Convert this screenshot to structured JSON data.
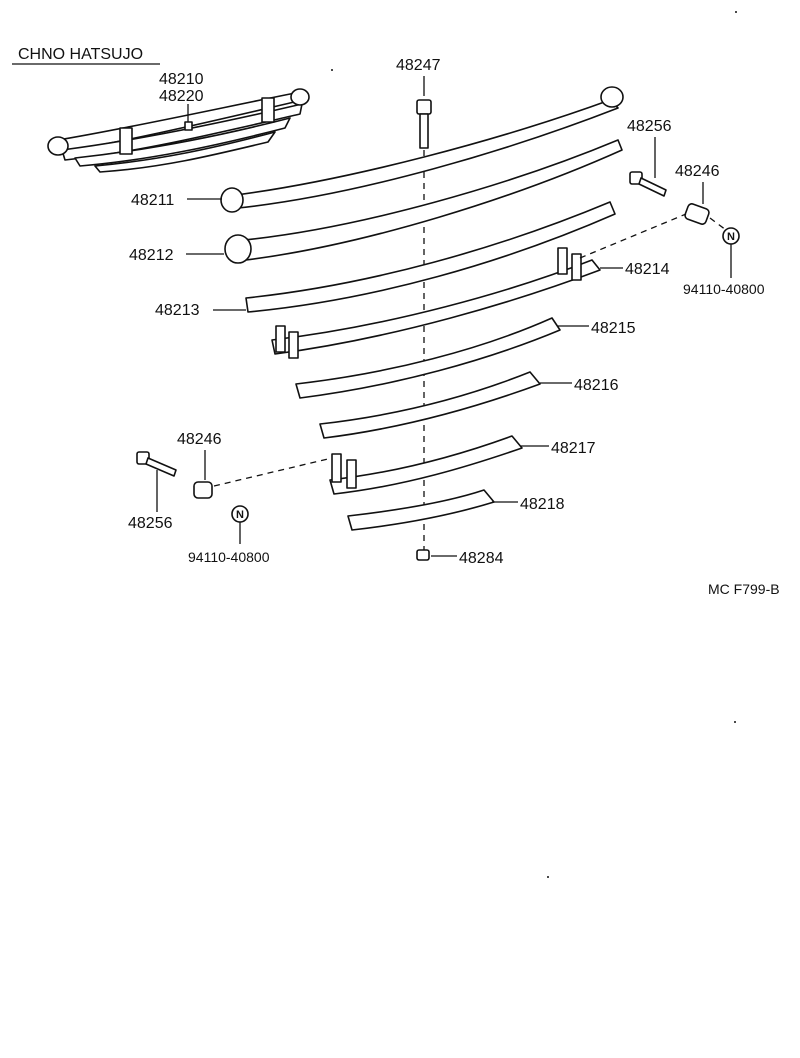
{
  "header": {
    "maker": "CHNO HATSUJO",
    "figure_code": "MC  F799-B"
  },
  "parts": {
    "p48210": "48210",
    "p48220": "48220",
    "p48247": "48247",
    "p48256_top": "48256",
    "p48246_top": "48246",
    "p48211": "48211",
    "p48212": "48212",
    "p48214": "48214",
    "p94110_top": "94110-40800",
    "p48213": "48213",
    "p48215": "48215",
    "p48216": "48216",
    "p48217": "48217",
    "p48246_bot": "48246",
    "p48256_bot": "48256",
    "p48218": "48218",
    "p94110_bot": "94110-40800",
    "p48284": "48284"
  },
  "symbols": {
    "non_reusable": "N"
  }
}
